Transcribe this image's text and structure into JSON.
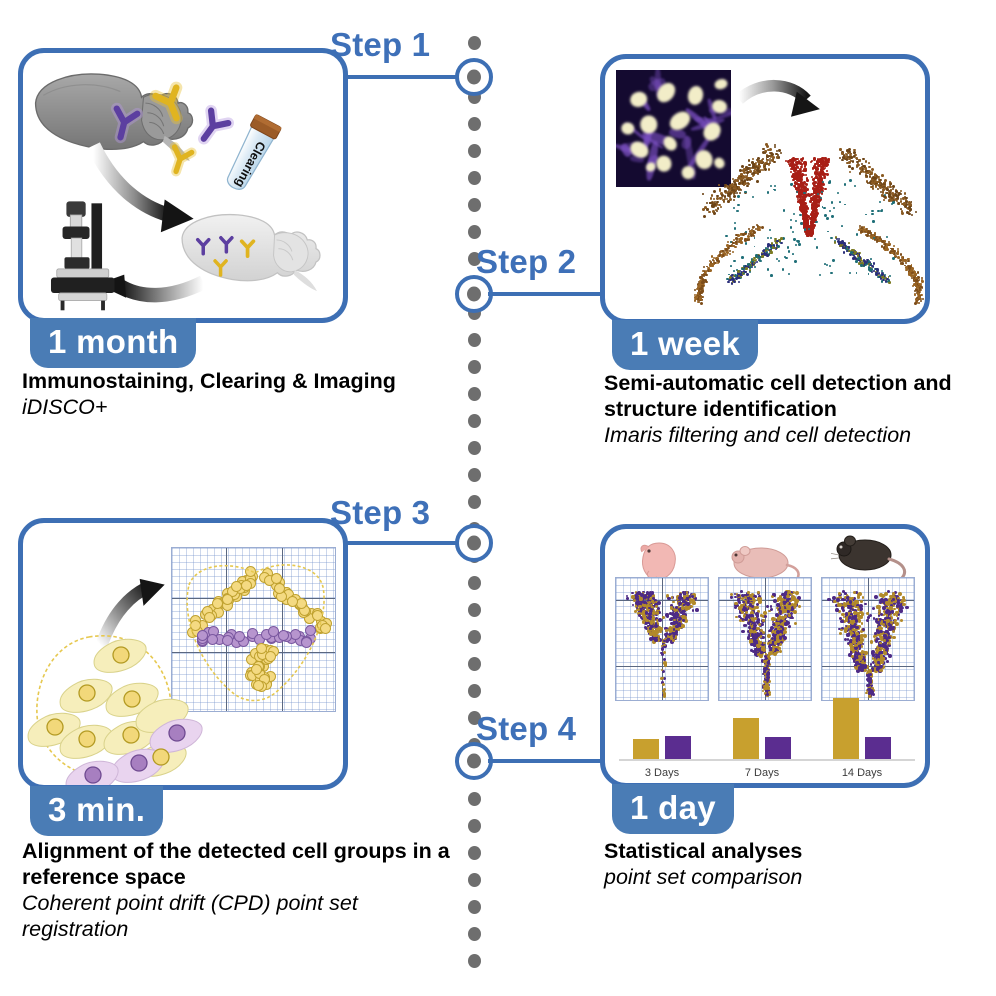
{
  "figure": {
    "kind": "scientific-workflow-timeline",
    "accent_blue": "#3d6fb4",
    "badge_blue": "#4a7cb5",
    "dot_gray": "#6e6e6e",
    "gold": "#c8a02e",
    "purple": "#5b2d90"
  },
  "steps": [
    {
      "id": "step1",
      "step_label": "Step 1",
      "duration_badge": "1 month",
      "title": "Immunostaining, Clearing & Imaging",
      "subtitle": "iDISCO+",
      "artwork": "brain-antibodies-clearing-tube-microscope",
      "tube_label": "Clearing"
    },
    {
      "id": "step2",
      "step_label": "Step 2",
      "duration_badge": "1 week",
      "title": "Semi-automatic cell detection and structure identification",
      "subtitle": "Imaris filtering and cell detection",
      "artwork": "microscopy-inset-and-detected-cell-point-cloud"
    },
    {
      "id": "step3",
      "step_label": "Step 3",
      "duration_badge": "3 min.",
      "title": "Alignment of the detected cell groups in a reference space",
      "subtitle": "Coherent point drift (CPD) point set registration",
      "artwork": "cell-cluster-mapped-onto-reference-grid"
    },
    {
      "id": "step4",
      "step_label": "Step 4",
      "duration_badge": "1 day",
      "title": "Statistical analyses",
      "subtitle": "point set comparison",
      "artwork": "three-age-groups-point-clouds-with-bar-chart"
    }
  ],
  "chart_data": {
    "type": "bar",
    "title": "",
    "xlabel": "",
    "ylabel": "",
    "categories": [
      "3 Days",
      "7 Days",
      "14 Days"
    ],
    "series": [
      {
        "name": "gold",
        "color": "#c8a02e",
        "values": [
          26,
          52,
          78
        ]
      },
      {
        "name": "purple",
        "color": "#5b2d90",
        "values": [
          30,
          28,
          28
        ]
      }
    ],
    "ylim": [
      0,
      100
    ],
    "grid": false,
    "legend": "none",
    "age_icons": [
      "neonate-mouse",
      "juvenile-mouse",
      "adult-mouse"
    ]
  }
}
